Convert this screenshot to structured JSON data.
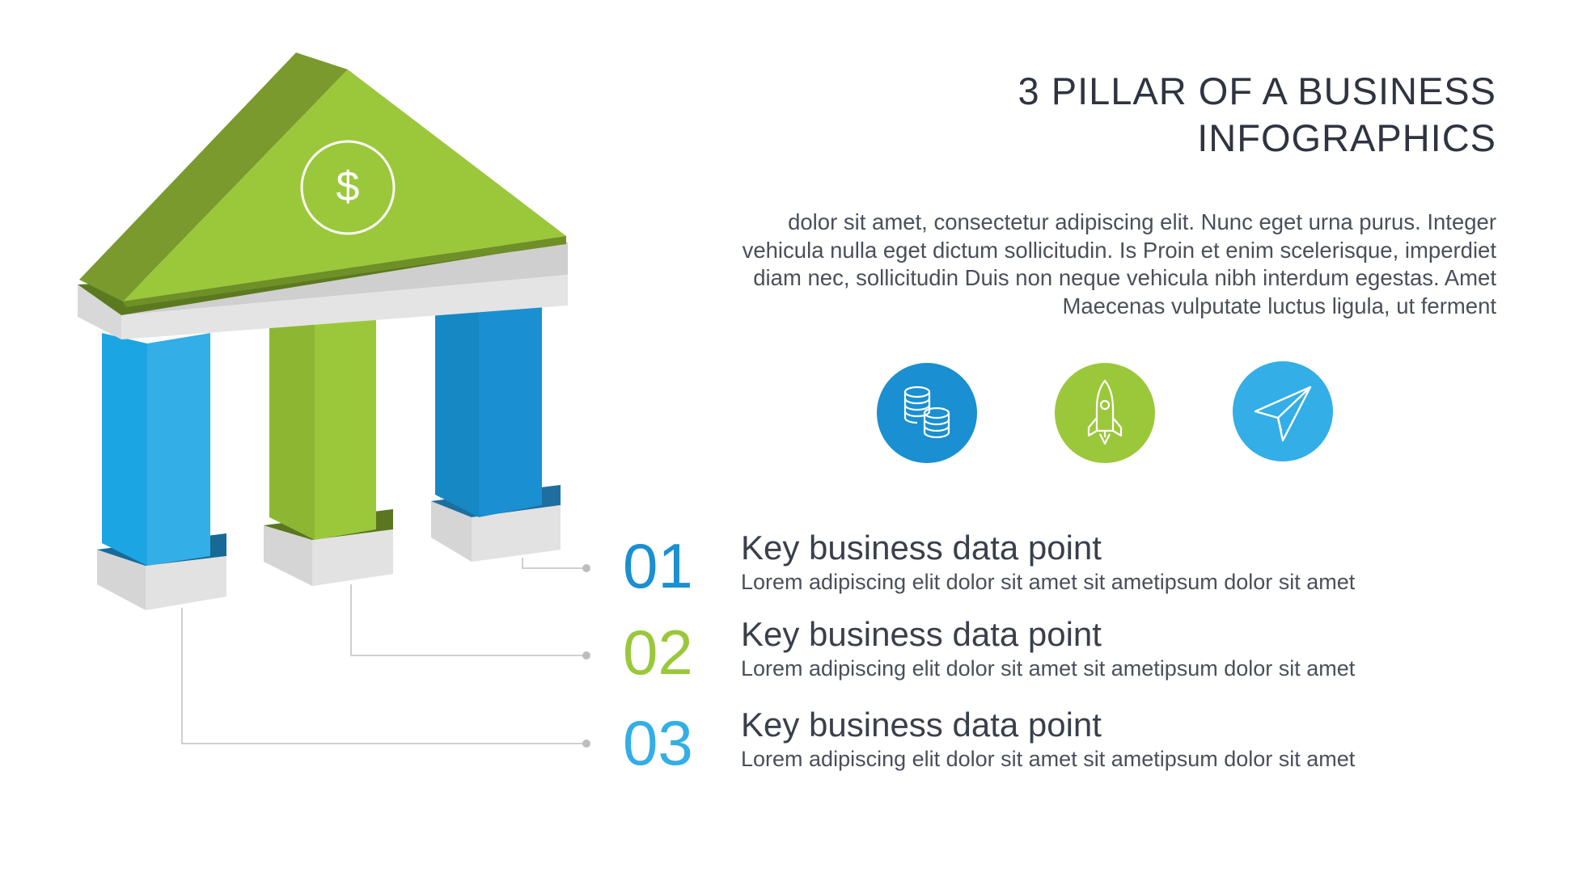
{
  "title": {
    "line1": "3 PILLAR OF A BUSINESS",
    "line2": "INFOGRAPHICS"
  },
  "description": "dolor sit amet, consectetur adipiscing elit. Nunc eget urna purus. Integer vehicula nulla eget dictum sollicitudin. Is Proin et enim scelerisque, imperdiet diam nec, sollicitudin Duis non neque vehicula nibh interdum egestas. Amet Maecenas vulputate luctus ligula, ut ferment",
  "roof_symbol": "$",
  "icons": [
    {
      "name": "coins-icon",
      "color": "#1a8fd1"
    },
    {
      "name": "rocket-icon",
      "color": "#9bc83b"
    },
    {
      "name": "paper-plane-icon",
      "color": "#33aee6"
    }
  ],
  "points": [
    {
      "number": "01",
      "color": "#1a8fd1",
      "title": "Key business data point",
      "text": "Lorem adipiscing elit dolor sit amet sit ametipsum dolor sit amet"
    },
    {
      "number": "02",
      "color": "#9bc83b",
      "title": "Key business data point",
      "text": "Lorem adipiscing elit dolor sit amet sit ametipsum dolor sit amet"
    },
    {
      "number": "03",
      "color": "#33aee6",
      "title": "Key business data point",
      "text": "Lorem adipiscing elit dolor sit amet sit ametipsum dolor sit amet"
    }
  ],
  "colors": {
    "blue": "#1a8fd1",
    "light_blue": "#33aee6",
    "green": "#9bc83b",
    "dark_green": "#7a9a2e",
    "gray": "#dcdcdc"
  }
}
